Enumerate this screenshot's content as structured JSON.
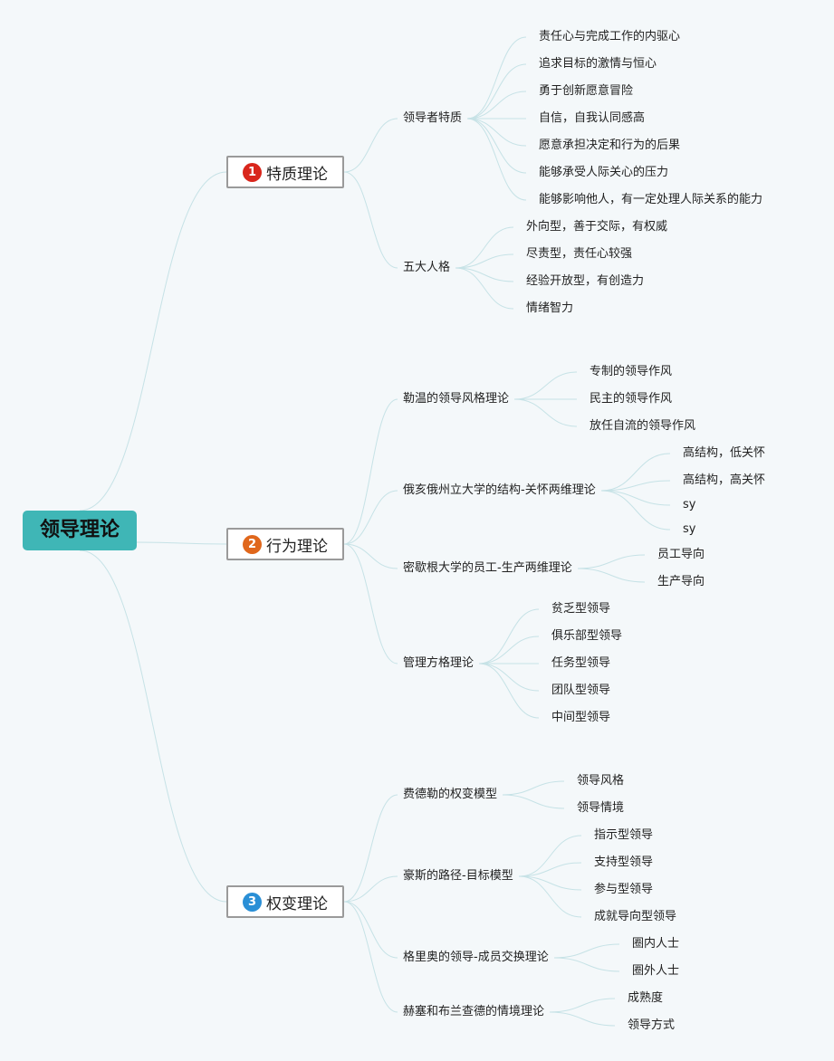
{
  "root": "领导理论",
  "theories": [
    {
      "number": "1",
      "label": "特质理论",
      "color": "#d9261c",
      "groups": [
        {
          "label": "领导者特质",
          "items": [
            "责任心与完成工作的内驱心",
            "追求目标的激情与恒心",
            "勇于创新愿意冒险",
            "自信，自我认同感高",
            "愿意承担决定和行为的后果",
            "能够承受人际关心的压力",
            "能够影响他人，有一定处理人际关系的能力"
          ]
        },
        {
          "label": "五大人格",
          "items": [
            "外向型，善于交际，有权威",
            "尽责型，责任心较强",
            "经验开放型，有创造力",
            "情绪智力"
          ]
        }
      ]
    },
    {
      "number": "2",
      "label": "行为理论",
      "color": "#e0671c",
      "groups": [
        {
          "label": "勒温的领导风格理论",
          "items": [
            "专制的领导作风",
            "民主的领导作风",
            "放任自流的领导作风"
          ]
        },
        {
          "label": "俄亥俄州立大学的结构-关怀两维理论",
          "items": [
            "高结构，低关怀",
            "高结构，高关怀",
            "sy",
            "sy"
          ]
        },
        {
          "label": "密歇根大学的员工-生产两维理论",
          "items": [
            "员工导向",
            "生产导向"
          ]
        },
        {
          "label": "管理方格理论",
          "items": [
            "贫乏型领导",
            "俱乐部型领导",
            "任务型领导",
            "团队型领导",
            "中间型领导"
          ]
        }
      ]
    },
    {
      "number": "3",
      "label": "权变理论",
      "color": "#2a8fd6",
      "groups": [
        {
          "label": "费德勒的权变模型",
          "items": [
            "领导风格",
            "领导情境"
          ]
        },
        {
          "label": "豪斯的路径-目标模型",
          "items": [
            "指示型领导",
            "支持型领导",
            "参与型领导",
            "成就导向型领导"
          ]
        },
        {
          "label": "格里奥的领导-成员交换理论",
          "items": [
            "圈内人士",
            "圈外人士"
          ]
        },
        {
          "label": "赫塞和布兰查德的情境理论",
          "items": [
            "成熟度",
            "领导方式"
          ]
        }
      ]
    }
  ]
}
